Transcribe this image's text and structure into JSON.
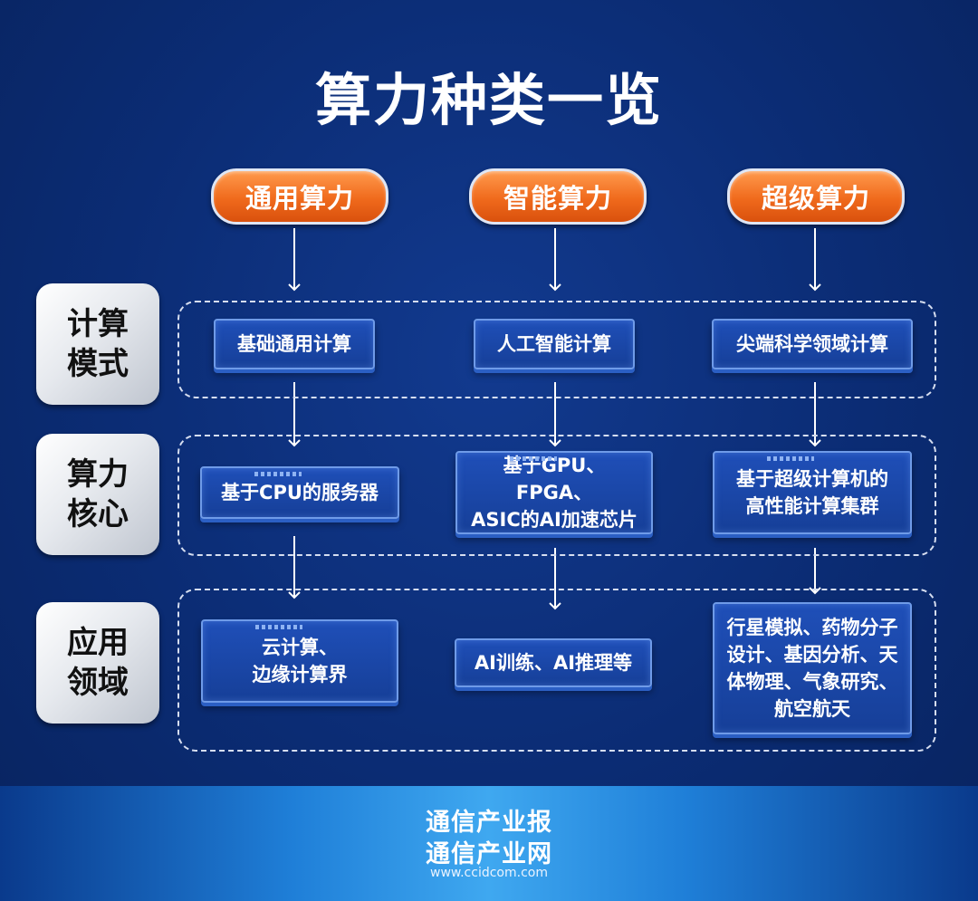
{
  "title": "算力种类一览",
  "categories": [
    "通用算力",
    "智能算力",
    "超级算力"
  ],
  "row_labels": [
    [
      "计算",
      "模式"
    ],
    [
      "算力",
      "核心"
    ],
    [
      "应用",
      "领域"
    ]
  ],
  "rows": {
    "compute_mode": [
      "基础通用计算",
      "人工智能计算",
      "尖端科学领域计算"
    ],
    "compute_core": [
      [
        "基于CPU的服务器"
      ],
      [
        "基于GPU、FPGA、",
        "ASIC的AI加速芯片"
      ],
      [
        "基于超级计算机的",
        "高性能计算集群"
      ]
    ],
    "application": [
      [
        "云计算、",
        "边缘计算界"
      ],
      [
        "AI训练、AI推理等"
      ],
      [
        "行星模拟、药物分子",
        "设计、基因分析、天",
        "体物理、气象研究、",
        "航空航天"
      ]
    ]
  },
  "footer": {
    "brand_line1": "通信产业报",
    "brand_line2": "通信产业网",
    "url": "www.ccidcom.com"
  }
}
